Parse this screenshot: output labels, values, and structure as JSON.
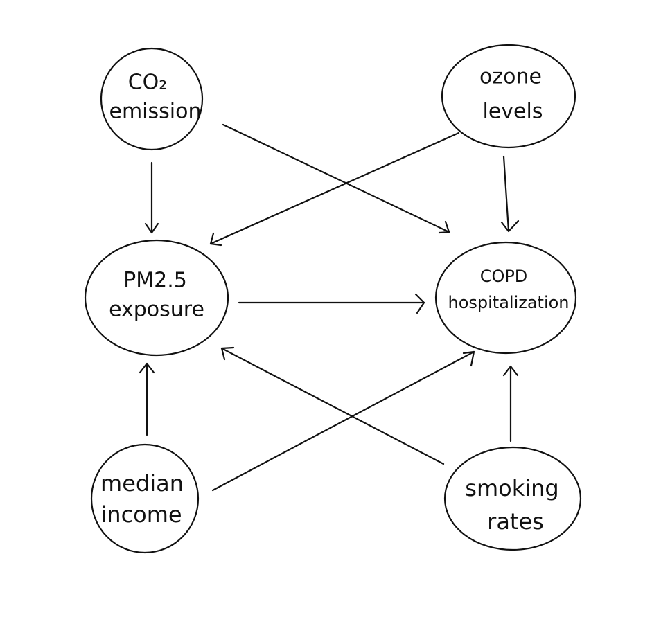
{
  "nodes": {
    "co2_emission": {
      "line1": "CO₂",
      "line2": "emission"
    },
    "ozone_levels": {
      "line1": "ozone",
      "line2": "levels"
    },
    "pm25_exposure": {
      "line1": "PM2.5",
      "line2": "exposure"
    },
    "copd_hospitalization": {
      "line1": "COPD",
      "line2": "hospitalization"
    },
    "median_income": {
      "line1": "median",
      "line2": "income"
    },
    "smoking_rates": {
      "line1": "smoking",
      "line2": "rates"
    }
  },
  "edges": [
    {
      "from": "co2_emission",
      "to": "pm25_exposure"
    },
    {
      "from": "co2_emission",
      "to": "copd_hospitalization"
    },
    {
      "from": "ozone_levels",
      "to": "pm25_exposure"
    },
    {
      "from": "ozone_levels",
      "to": "copd_hospitalization"
    },
    {
      "from": "pm25_exposure",
      "to": "copd_hospitalization"
    },
    {
      "from": "median_income",
      "to": "pm25_exposure"
    },
    {
      "from": "median_income",
      "to": "copd_hospitalization"
    },
    {
      "from": "smoking_rates",
      "to": "pm25_exposure"
    },
    {
      "from": "smoking_rates",
      "to": "copd_hospitalization"
    }
  ],
  "colors": {
    "stroke": "#111111",
    "background": "#ffffff"
  }
}
